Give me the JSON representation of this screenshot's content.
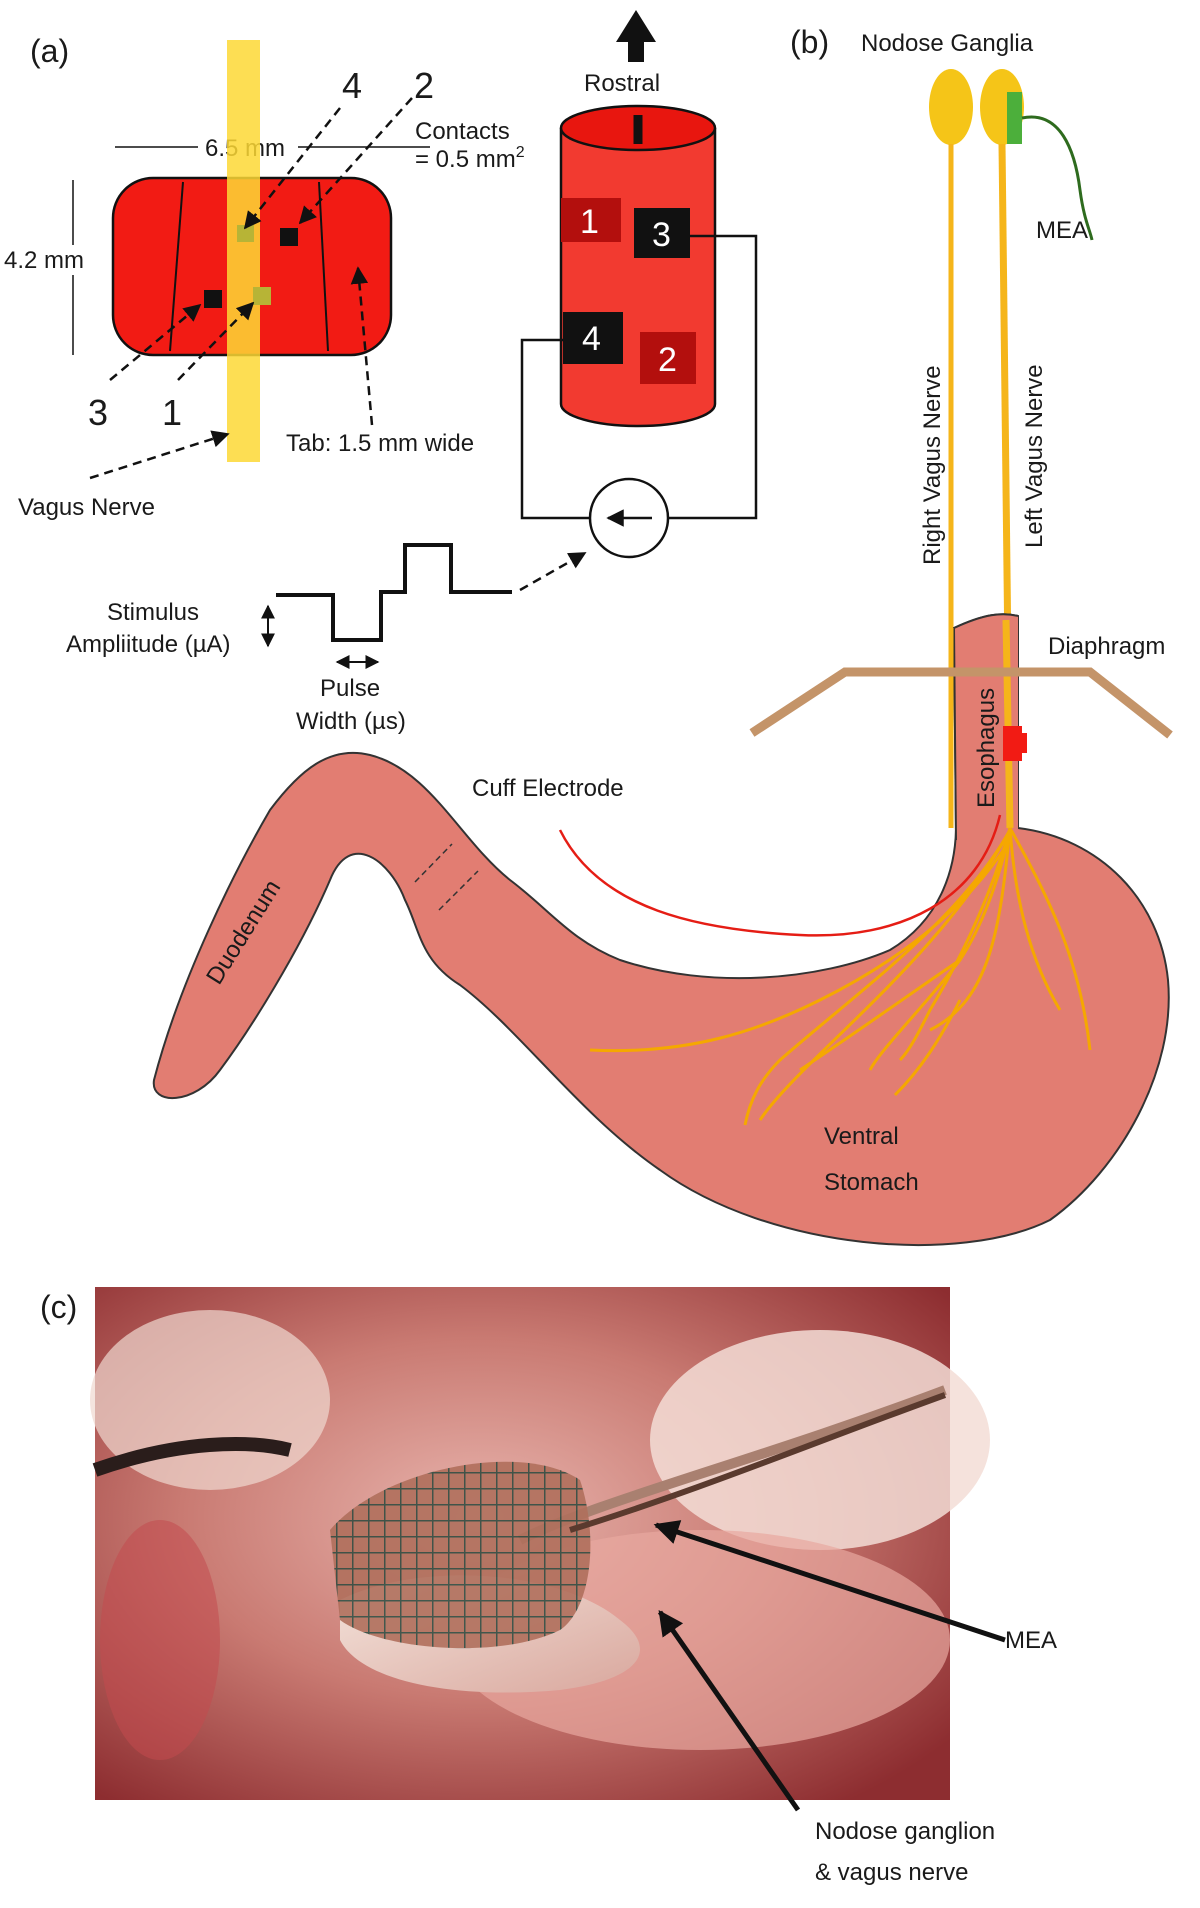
{
  "panels": {
    "a": "(a)",
    "b": "(b)",
    "c": "(c)"
  },
  "panel_a": {
    "width_label": "6.5 mm",
    "height_label": "4.2 mm",
    "contacts_line1": "Contacts",
    "contacts_line2": "= 0.5 mm",
    "contacts_sup": "2",
    "tab_label": "Tab: 1.5 mm wide",
    "vagus_label": "Vagus Nerve",
    "contact_numbers": [
      "1",
      "2",
      "3",
      "4"
    ],
    "rostral_label": "Rostral",
    "stim_amp_line1": "Stimulus",
    "stim_amp_line2": "Ampliitude (µA)",
    "pulse_line1": "Pulse",
    "pulse_line2": "Width (µs)"
  },
  "panel_b": {
    "nodose_label": "Nodose Ganglia",
    "mea_label": "MEA",
    "right_vagus": "Right Vagus Nerve",
    "left_vagus": "Left Vagus Nerve",
    "diaphragm": "Diaphragm",
    "esophagus": "Esophagus",
    "cuff_electrode": "Cuff Electrode",
    "duodenum": "Duodenum",
    "stomach_line1": "Ventral",
    "stomach_line2": "Stomach"
  },
  "panel_c": {
    "mea_label": "MEA",
    "nodose_line1": "Nodose ganglion",
    "nodose_line2": "& vagus nerve"
  },
  "colors": {
    "electrode_red": "#f21b14",
    "contact_dark": "#b30f0d",
    "nerve_yellow": "#fdd835",
    "nerve_orange": "#f5a800",
    "stomach_pink": "#e27d72",
    "diaphragm_tan": "#c49469",
    "mea_green": "#4caf3b"
  }
}
